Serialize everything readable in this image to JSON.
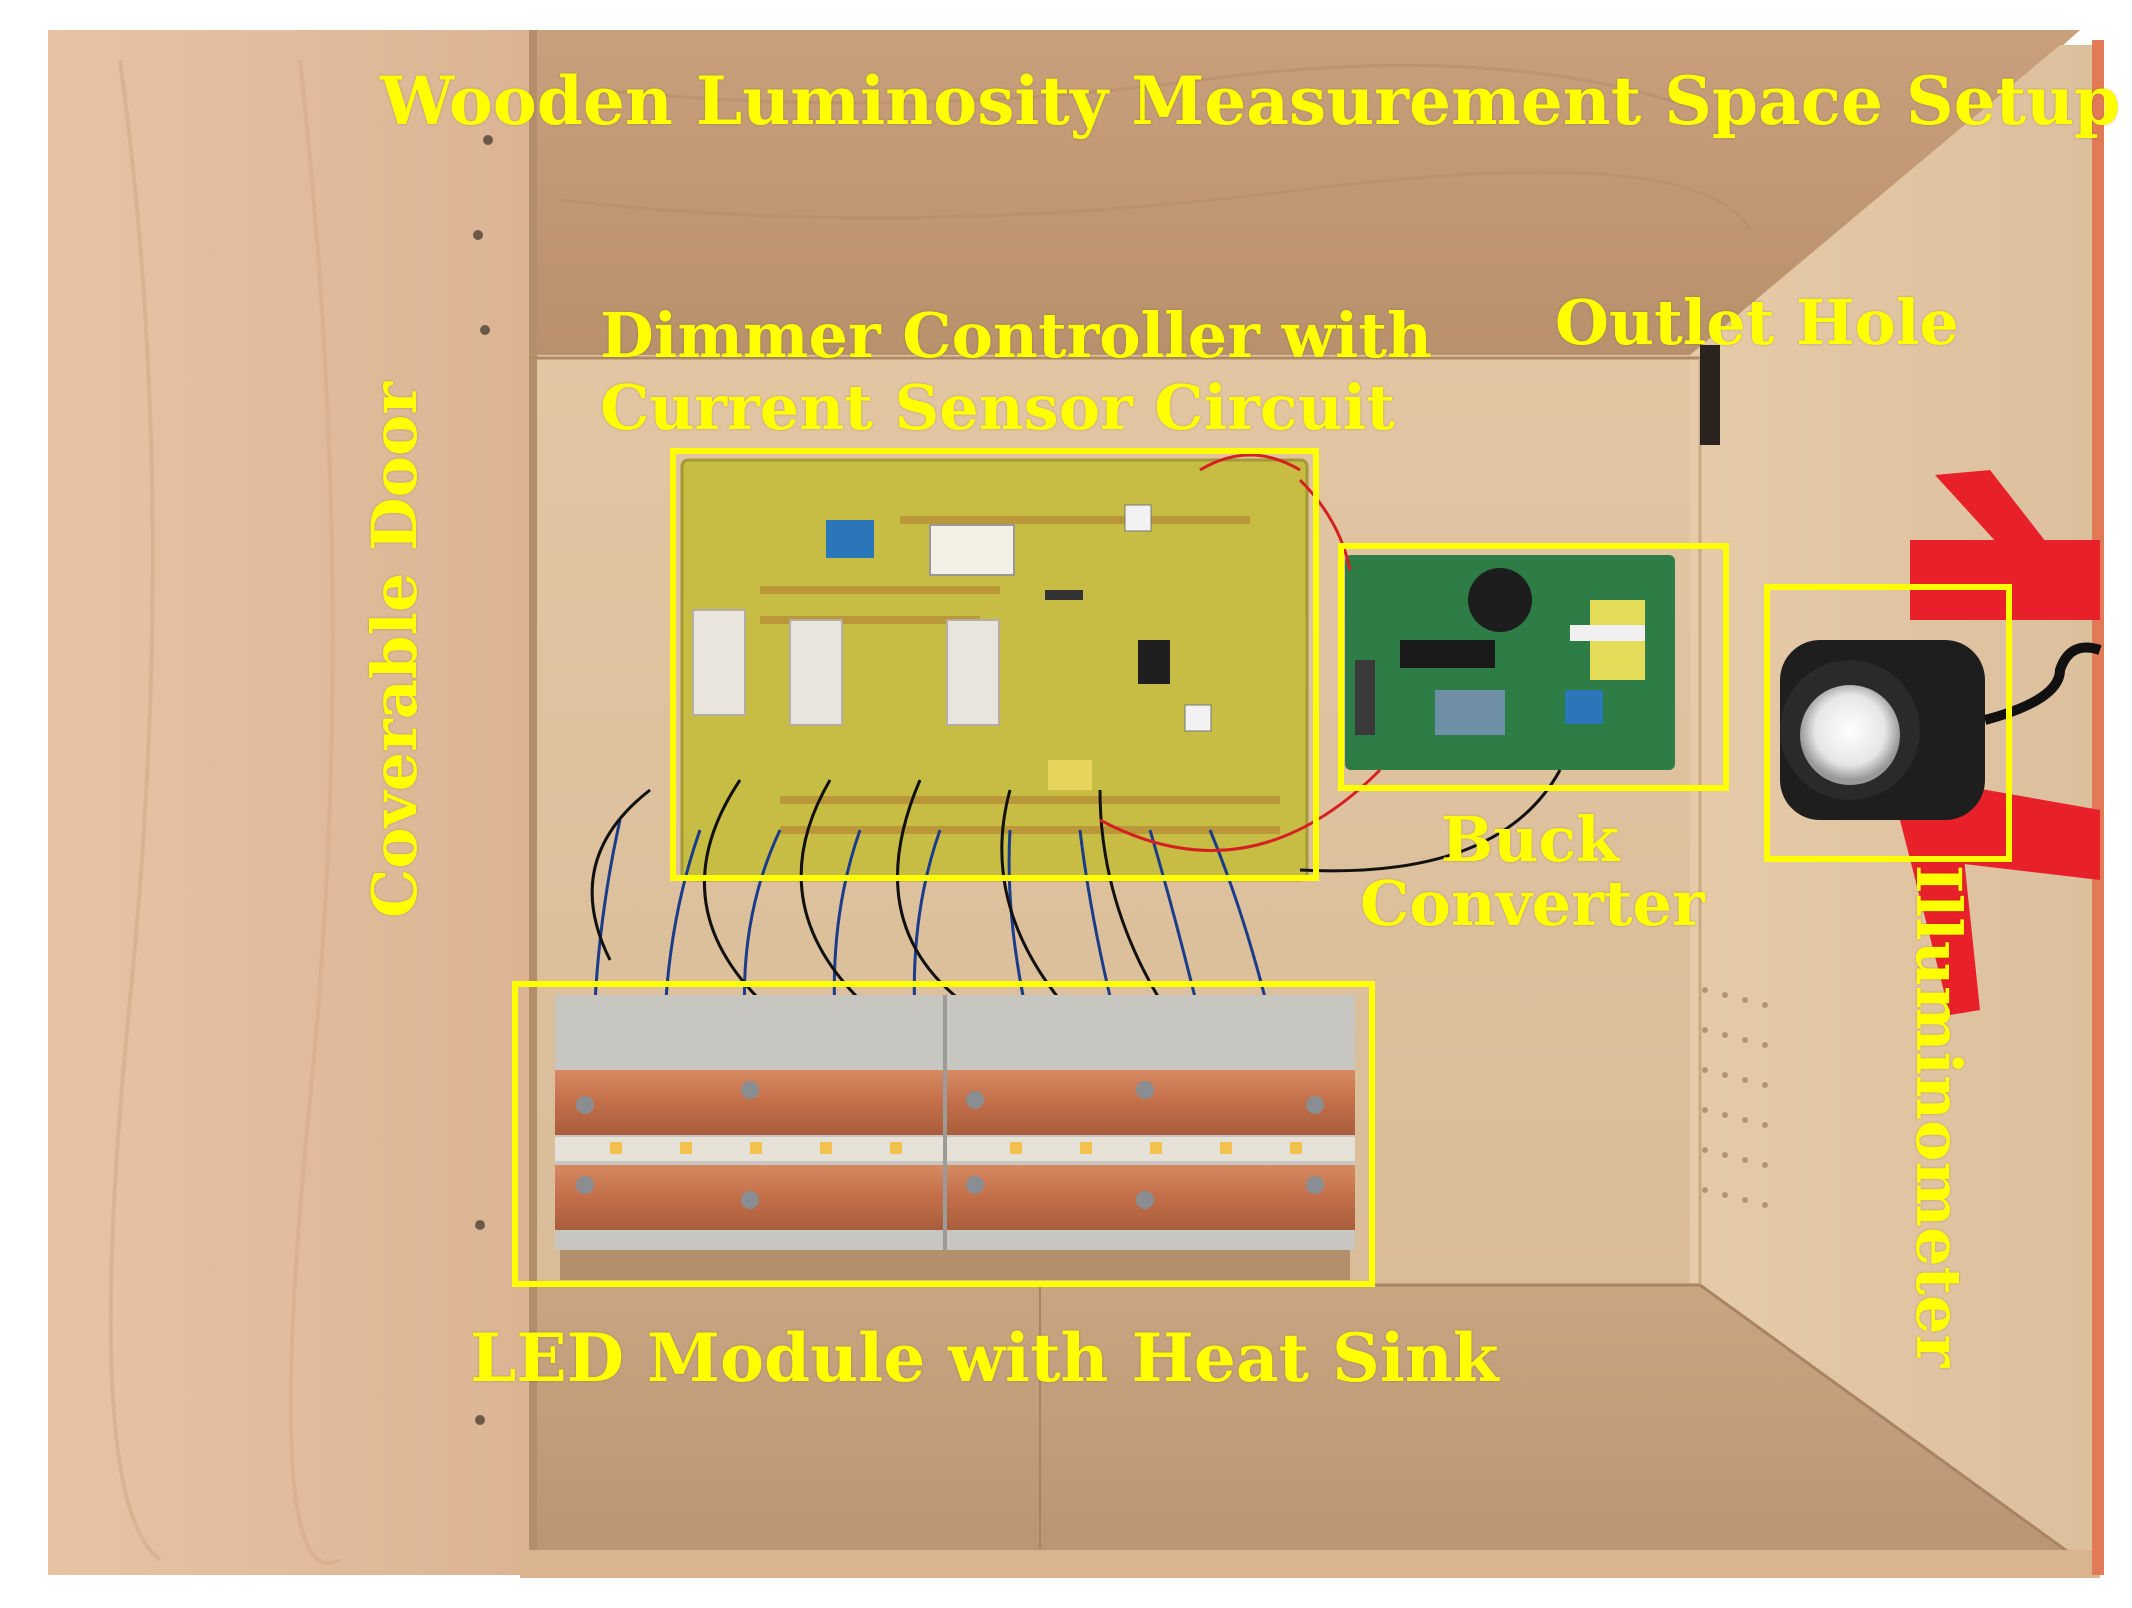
{
  "figure": {
    "title": "Wooden Luminosity Measurement Space Setup",
    "label_color": "#ffff00",
    "labels": {
      "dimmer_line1": "Dimmer Controller with",
      "dimmer_line2": "Current Sensor Circuit",
      "outlet_hole": "Outlet Hole",
      "buck_line1": "Buck",
      "buck_line2": "Converter",
      "coverable_door": "Coverable Door",
      "illuminometer": "Illuminometer",
      "led_module": "LED Module with Heat Sink"
    },
    "colors": {
      "plywood_light": "#e8c4a4",
      "plywood_dark": "#c79d78",
      "pcb_yellow": "#c9c24a",
      "pcb_green": "#2f7d46",
      "copper": "#c97a55",
      "aluminium": "#b9b7b2",
      "clamp_red": "#e8202a"
    }
  }
}
